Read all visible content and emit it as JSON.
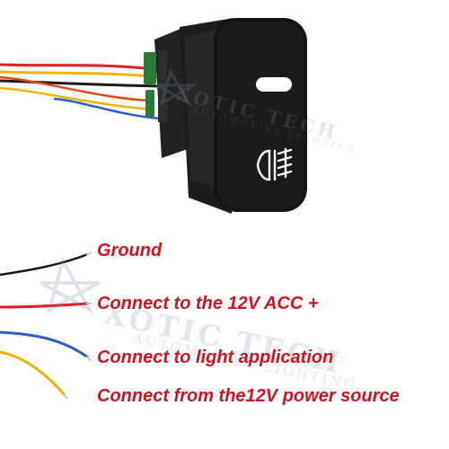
{
  "watermark": {
    "brand": "XOTIC TECH",
    "tagline": "AUTOMOTIVE LIGHTING"
  },
  "labels": {
    "ground": "Ground",
    "acc": "Connect to the 12V ACC +",
    "light": "Connect to light application",
    "power": "Connect from the12V power source"
  },
  "colors": {
    "label_red": "#d4121e",
    "switch_body": "#141414",
    "indicator": "#ffffff",
    "wire_black": "#1a1a1a",
    "wire_red": "#e02020",
    "wire_blue": "#2a5fc8",
    "wire_yellow": "#f0b400"
  },
  "icons": {
    "switch_symbol": "fog-light-icon"
  }
}
